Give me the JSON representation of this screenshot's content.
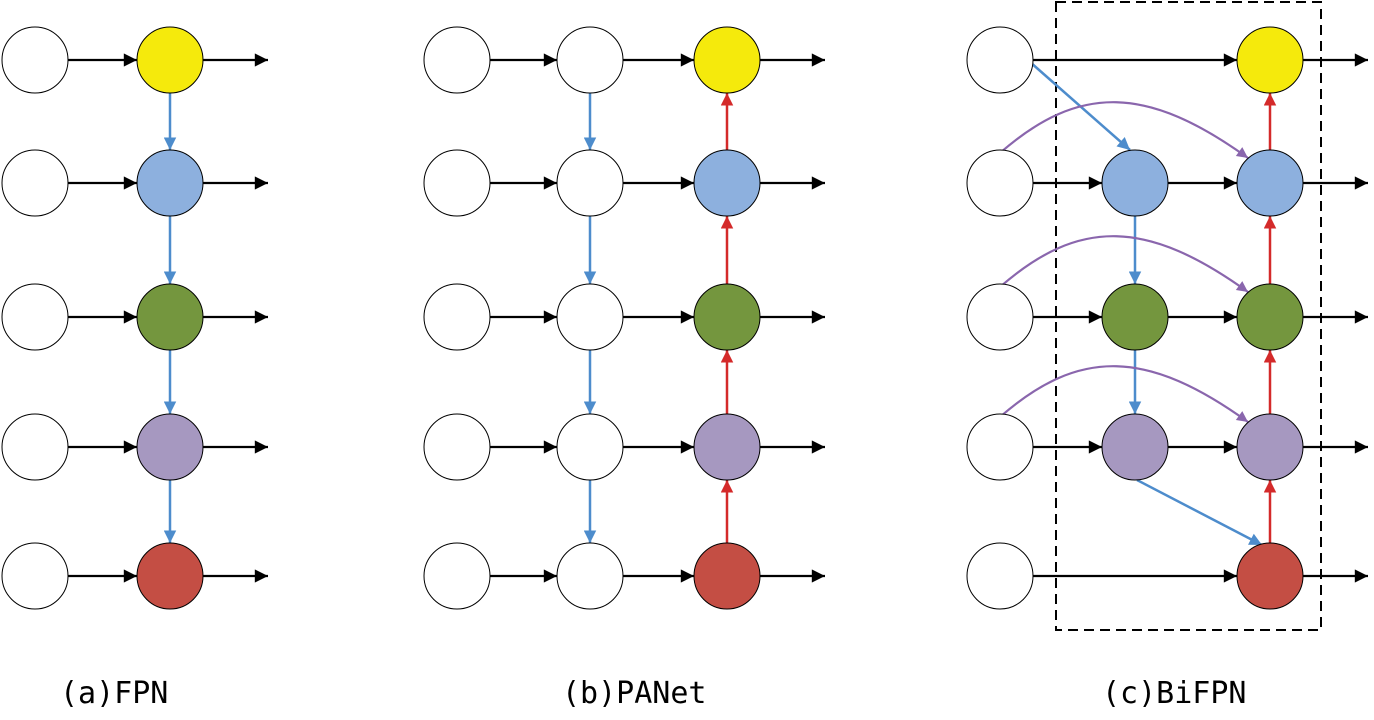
{
  "captions": [
    "(a)FPN",
    "(b)PANet",
    "(c)BiFPN"
  ],
  "colors": {
    "level_fills": [
      "#f5ea0c",
      "#8db0de",
      "#74963e",
      "#a698c0",
      "#c44e44"
    ],
    "blank_fill": "#ffffff",
    "node_stroke": "#000000",
    "lateral_arrow": "#000000",
    "top_down_arrow": "#4d8ccc",
    "bottom_up_arrow": "#d42a2a",
    "skip_arrow": "#8a66ad",
    "bounding_box": "#000000"
  },
  "panels": [
    {
      "id": "fpn",
      "columns": [
        {
          "role": "input",
          "levels": [
            "blank",
            "blank",
            "blank",
            "blank",
            "blank"
          ]
        },
        {
          "role": "top_down_output",
          "levels": [
            0,
            1,
            2,
            3,
            4
          ]
        }
      ],
      "top_down": true,
      "bottom_up": false,
      "skip_connections": false,
      "bounding_box": false
    },
    {
      "id": "panet",
      "columns": [
        {
          "role": "input",
          "levels": [
            "blank",
            "blank",
            "blank",
            "blank",
            "blank"
          ]
        },
        {
          "role": "top_down",
          "levels": [
            "blank",
            "blank",
            "blank",
            "blank",
            "blank"
          ]
        },
        {
          "role": "bottom_up_output",
          "levels": [
            0,
            1,
            2,
            3,
            4
          ]
        }
      ],
      "top_down": true,
      "bottom_up": true,
      "skip_connections": false,
      "bounding_box": false
    },
    {
      "id": "bifpn",
      "columns": [
        {
          "role": "input",
          "levels": [
            "blank",
            "blank",
            "blank",
            "blank",
            "blank"
          ]
        },
        {
          "role": "intermediate",
          "levels": [
            null,
            1,
            2,
            3,
            null
          ]
        },
        {
          "role": "output",
          "levels": [
            0,
            1,
            2,
            3,
            4
          ]
        }
      ],
      "top_down": true,
      "bottom_up": true,
      "skip_connections": true,
      "bounding_box": true
    }
  ]
}
